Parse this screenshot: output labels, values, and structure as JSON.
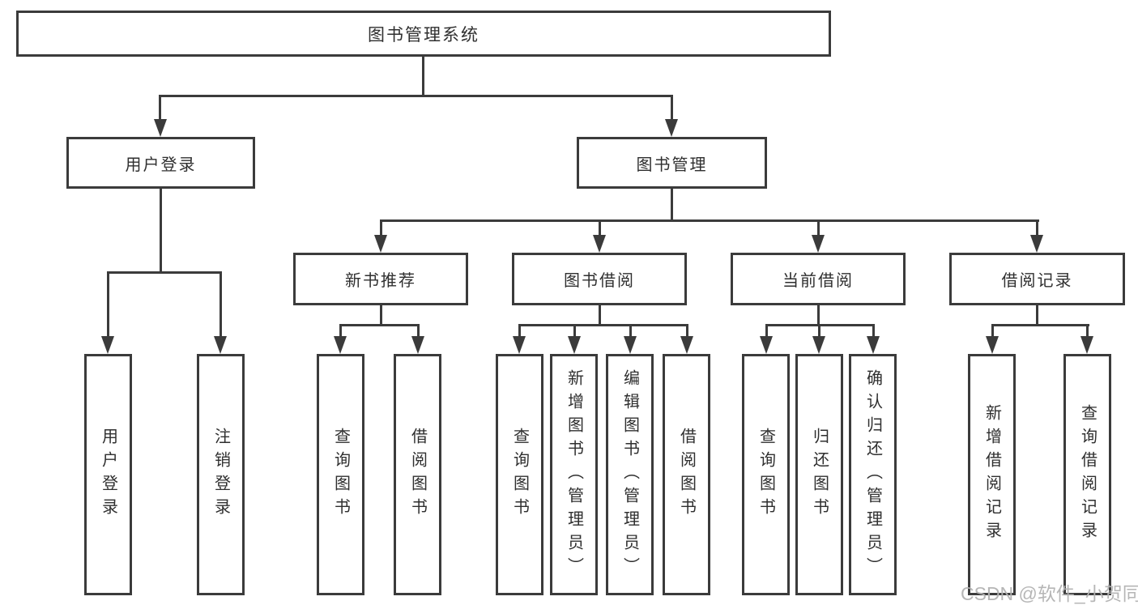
{
  "tree": {
    "root": "图书管理系统",
    "branches": [
      {
        "label": "用户登录",
        "children": [
          "用户登录",
          "注销登录"
        ]
      },
      {
        "label": "图书管理",
        "children": [
          {
            "label": "新书推荐",
            "children": [
              "查询图书",
              "借阅图书"
            ]
          },
          {
            "label": "图书借阅",
            "children": [
              "查询图书",
              "新增图书（管理员）",
              "编辑图书（管理员）",
              "借阅图书"
            ]
          },
          {
            "label": "当前借阅",
            "children": [
              "查询图书",
              "归还图书",
              "确认归还（管理员）"
            ]
          },
          {
            "label": "借阅记录",
            "children": [
              "新增借阅记录",
              "查询借阅记录"
            ]
          }
        ]
      }
    ]
  },
  "colors": {
    "line": "#3b3b3b",
    "text": "#2f2f2f",
    "background": "#ffffff",
    "watermark": "#b2b2b2"
  },
  "watermark": {
    "text": "CSDN @软件_小贺同学"
  }
}
